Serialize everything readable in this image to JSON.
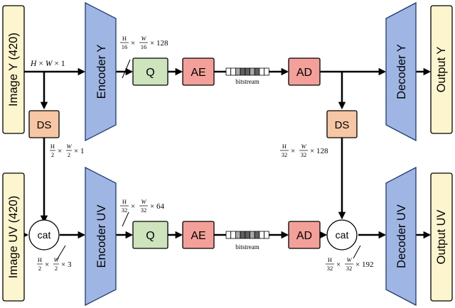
{
  "colors": {
    "input_output_fill": "#fcf5cd",
    "coder_fill": "#9fb6e4",
    "quant_fill": "#cde4bd",
    "entropy_fill": "#f4a09a",
    "ds_fill": "#f7c6a4",
    "bitstream_dark": "#606060",
    "bitstream_mid": "#a8a8a8"
  },
  "inputs": {
    "image_y": "Image Y (420)",
    "image_uv": "Image UV (420)"
  },
  "outputs": {
    "output_y": "Output Y",
    "output_uv": "Output UV"
  },
  "encoders": {
    "y": "Encoder Y",
    "uv": "Encoder UV"
  },
  "decoders": {
    "y": "Decoder Y",
    "uv": "Decoder UV"
  },
  "blocks": {
    "quantizer": "Q",
    "arith_encoder": "AE",
    "arith_decoder": "AD",
    "downsample": "DS",
    "concat": "cat",
    "bitstream": "bitstream"
  },
  "shapes": {
    "input_y": {
      "dims": [
        "H",
        "×",
        "W",
        "×",
        "1"
      ],
      "italic": true
    },
    "latent_y": {
      "frac1": [
        "H",
        "16"
      ],
      "frac2": [
        "W",
        "16"
      ],
      "suffix": "× 128"
    },
    "ds_y": {
      "frac1": [
        "H",
        "2"
      ],
      "frac2": [
        "W",
        "2"
      ],
      "suffix": "× 1"
    },
    "cat_in": {
      "frac1": [
        "H",
        "2"
      ],
      "frac2": [
        "W",
        "2"
      ],
      "suffix": "× 3"
    },
    "latent_uv": {
      "frac1": [
        "H",
        "32"
      ],
      "frac2": [
        "W",
        "32"
      ],
      "suffix": "× 64"
    },
    "ds_latent": {
      "frac1": [
        "H",
        "32"
      ],
      "frac2": [
        "W",
        "32"
      ],
      "suffix": "× 128"
    },
    "cat_latent": {
      "frac1": [
        "H",
        "32"
      ],
      "frac2": [
        "W",
        "32"
      ],
      "suffix": "× 192"
    }
  }
}
